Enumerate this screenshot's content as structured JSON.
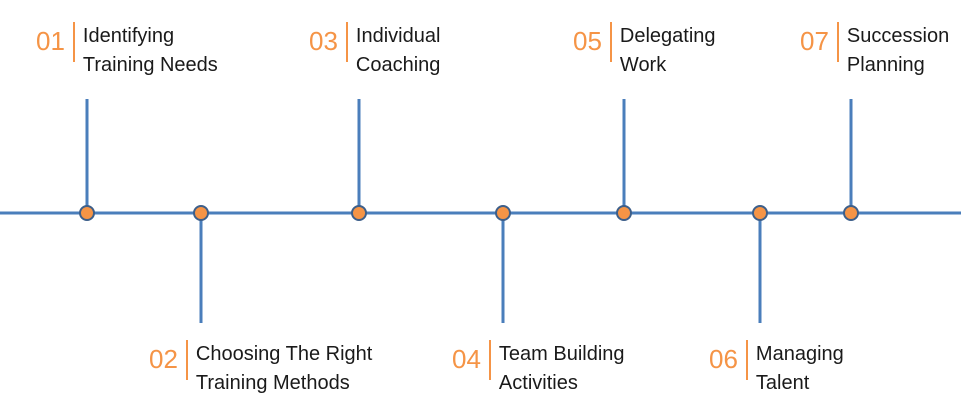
{
  "colors": {
    "line": "#4a7ebb",
    "node_fill": "#f59446",
    "node_stroke": "#3d5f8a",
    "accent": "#f59446",
    "text": "#1a1a1a"
  },
  "milestones": [
    {
      "number": "01",
      "line1": "Identifying",
      "line2": "Training Needs"
    },
    {
      "number": "02",
      "line1": "Choosing The Right",
      "line2": "Training Methods"
    },
    {
      "number": "03",
      "line1": "Individual",
      "line2": "Coaching"
    },
    {
      "number": "04",
      "line1": "Team Building",
      "line2": "Activities"
    },
    {
      "number": "05",
      "line1": "Delegating",
      "line2": "Work"
    },
    {
      "number": "06",
      "line1": "Managing",
      "line2": "Talent"
    },
    {
      "number": "07",
      "line1": "Succession",
      "line2": "Planning"
    }
  ]
}
